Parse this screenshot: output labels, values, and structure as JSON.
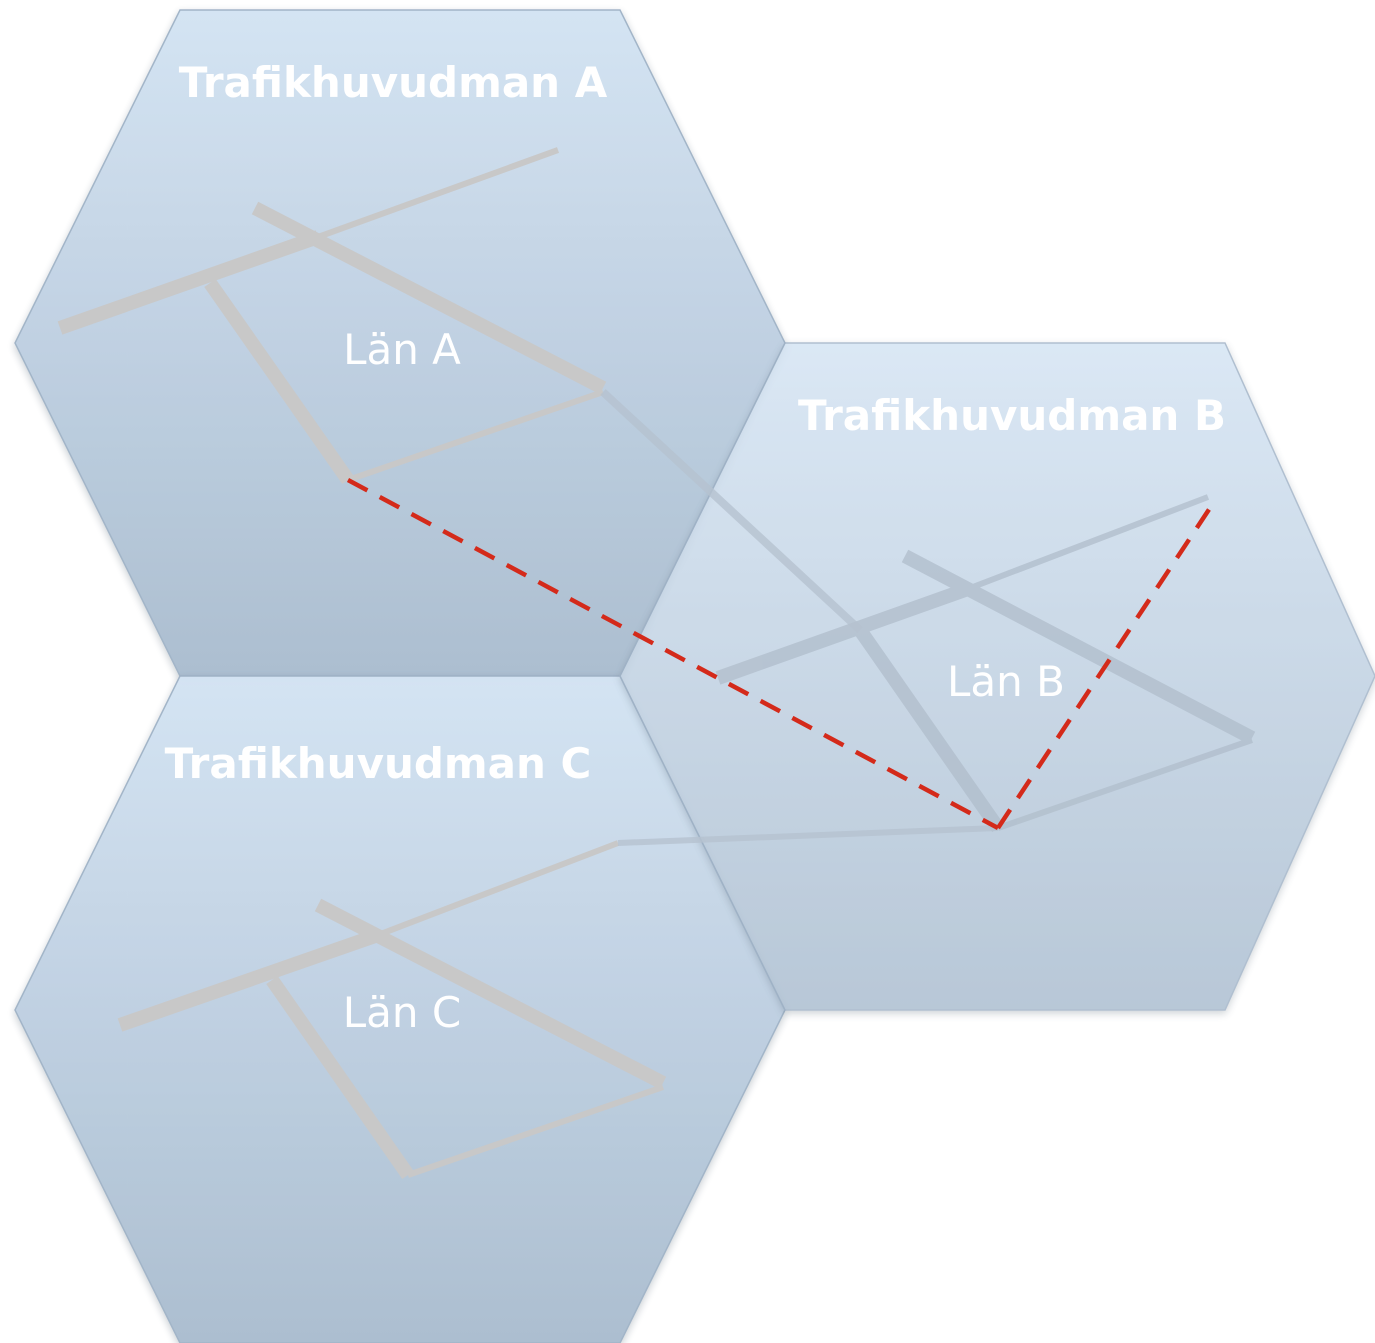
{
  "regions": [
    {
      "id": "a",
      "title": "Trafikhuvudman A",
      "county": "Län A"
    },
    {
      "id": "b",
      "title": "Trafikhuvudman B",
      "county": "Län B"
    },
    {
      "id": "c",
      "title": "Trafikhuvudman C",
      "county": "Län C"
    }
  ],
  "colors": {
    "hex_top": "#d3e3f3",
    "hex_bottom": "#a9bccf",
    "hex_stroke": "#9fb2c6",
    "road": "#c8c8c8",
    "road_edge": "#b3b3b3",
    "connection_dashed": "#d42a1a"
  }
}
